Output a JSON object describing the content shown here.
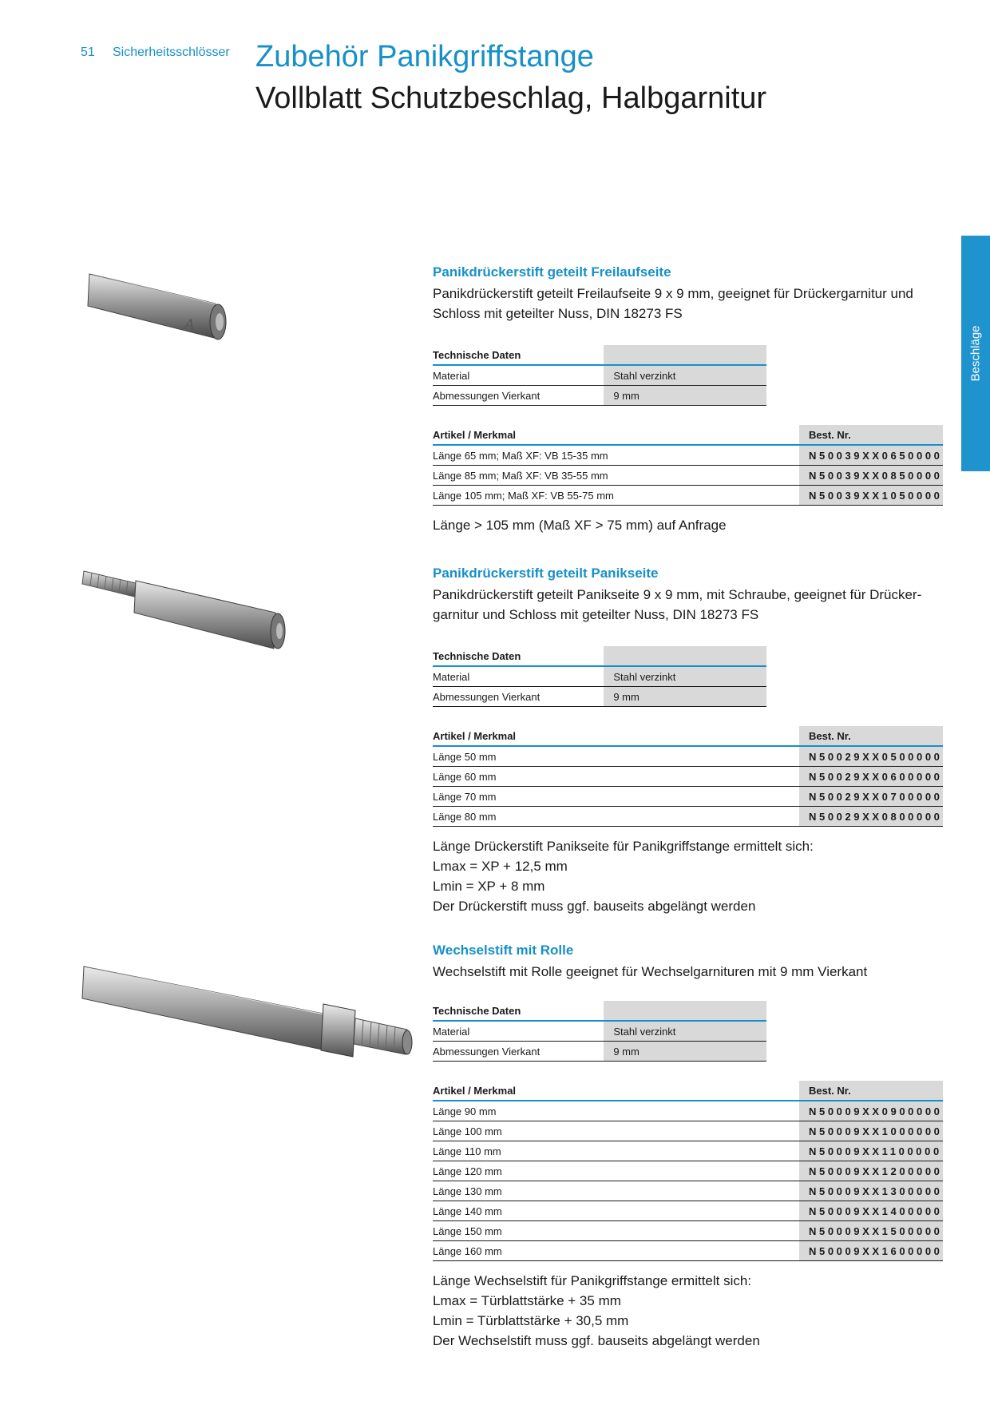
{
  "header": {
    "page_number": "51",
    "section": "Sicherheitsschlösser",
    "title": "Zubehör Panikgriffstange",
    "subtitle": "Vollblatt Schutzbeschlag, Halbgarnitur"
  },
  "side_tab": {
    "label": "Beschläge"
  },
  "products": [
    {
      "heading": "Panikdrückerstift geteilt Freilaufseite",
      "description": "Panikdrückerstift geteilt Freilaufseite  9 x 9 mm,  geeignet für Drückergarnitur und Schloss mit geteilter Nuss, DIN 18273 FS",
      "tech_header": "Technische Daten",
      "tech": [
        {
          "label": "Material",
          "value": "Stahl verzinkt"
        },
        {
          "label": "Abmessungen Vierkant",
          "value": "9 mm"
        }
      ],
      "art_header": "Artikel / Merkmal",
      "bestnr_header": "Best. Nr.",
      "articles": [
        {
          "label": "Länge 65 mm; Maß XF: VB 15-35 mm",
          "code": "N50039XX0650000"
        },
        {
          "label": "Länge 85 mm; Maß XF: VB 35-55 mm",
          "code": "N50039XX0850000"
        },
        {
          "label": "Länge 105 mm; Maß XF: VB 55-75 mm",
          "code": "N50039XX1050000"
        }
      ],
      "notes": [
        "Länge > 105 mm (Maß XF > 75 mm) auf Anfrage"
      ]
    },
    {
      "heading": "Panikdrückerstift geteilt Panikseite",
      "description": "Panikdrückerstift geteilt Panikseite  9 x 9 mm,  mit Schraube, geeignet für Drücker-garnitur und Schloss mit geteilter Nuss, DIN 18273 FS",
      "tech_header": "Technische Daten",
      "tech": [
        {
          "label": "Material",
          "value": "Stahl verzinkt"
        },
        {
          "label": "Abmessungen Vierkant",
          "value": "9 mm"
        }
      ],
      "art_header": "Artikel / Merkmal",
      "bestnr_header": "Best. Nr.",
      "articles": [
        {
          "label": "Länge 50 mm",
          "code": "N50029XX0500000"
        },
        {
          "label": "Länge 60 mm",
          "code": "N50029XX0600000"
        },
        {
          "label": "Länge 70 mm",
          "code": "N50029XX0700000"
        },
        {
          "label": "Länge 80 mm",
          "code": "N50029XX0800000"
        }
      ],
      "notes": [
        "Länge Drückerstift Panikseite für Panikgriffstange ermittelt sich:",
        "Lmax = XP + 12,5 mm",
        "Lmin = XP + 8 mm",
        "Der Drückerstift muss ggf. bauseits abgelängt werden"
      ]
    },
    {
      "heading": "Wechselstift mit Rolle",
      "description": "Wechselstift mit Rolle geeignet für Wechselgarnituren mit 9 mm Vierkant",
      "tech_header": "Technische Daten",
      "tech": [
        {
          "label": "Material",
          "value": "Stahl verzinkt"
        },
        {
          "label": "Abmessungen Vierkant",
          "value": "9 mm"
        }
      ],
      "art_header": "Artikel / Merkmal",
      "bestnr_header": "Best. Nr.",
      "articles": [
        {
          "label": "Länge 90 mm",
          "code": "N50009XX0900000"
        },
        {
          "label": "Länge 100 mm",
          "code": "N50009XX1000000"
        },
        {
          "label": "Länge 110 mm",
          "code": "N50009XX1100000"
        },
        {
          "label": "Länge 120 mm",
          "code": "N50009XX1200000"
        },
        {
          "label": "Länge 130 mm",
          "code": "N50009XX1300000"
        },
        {
          "label": "Länge 140 mm",
          "code": "N50009XX1400000"
        },
        {
          "label": "Länge 150 mm",
          "code": "N50009XX1500000"
        },
        {
          "label": "Länge 160 mm",
          "code": "N50009XX1600000"
        }
      ],
      "notes": [
        "Länge Wechselstift für Panikgriffstange ermittelt sich:",
        "Lmax = Türblattstärke + 35 mm",
        "Lmin = Türblattstärke + 30,5 mm",
        "Der Wechselstift muss ggf. bauseits abgelängt werden"
      ]
    }
  ]
}
